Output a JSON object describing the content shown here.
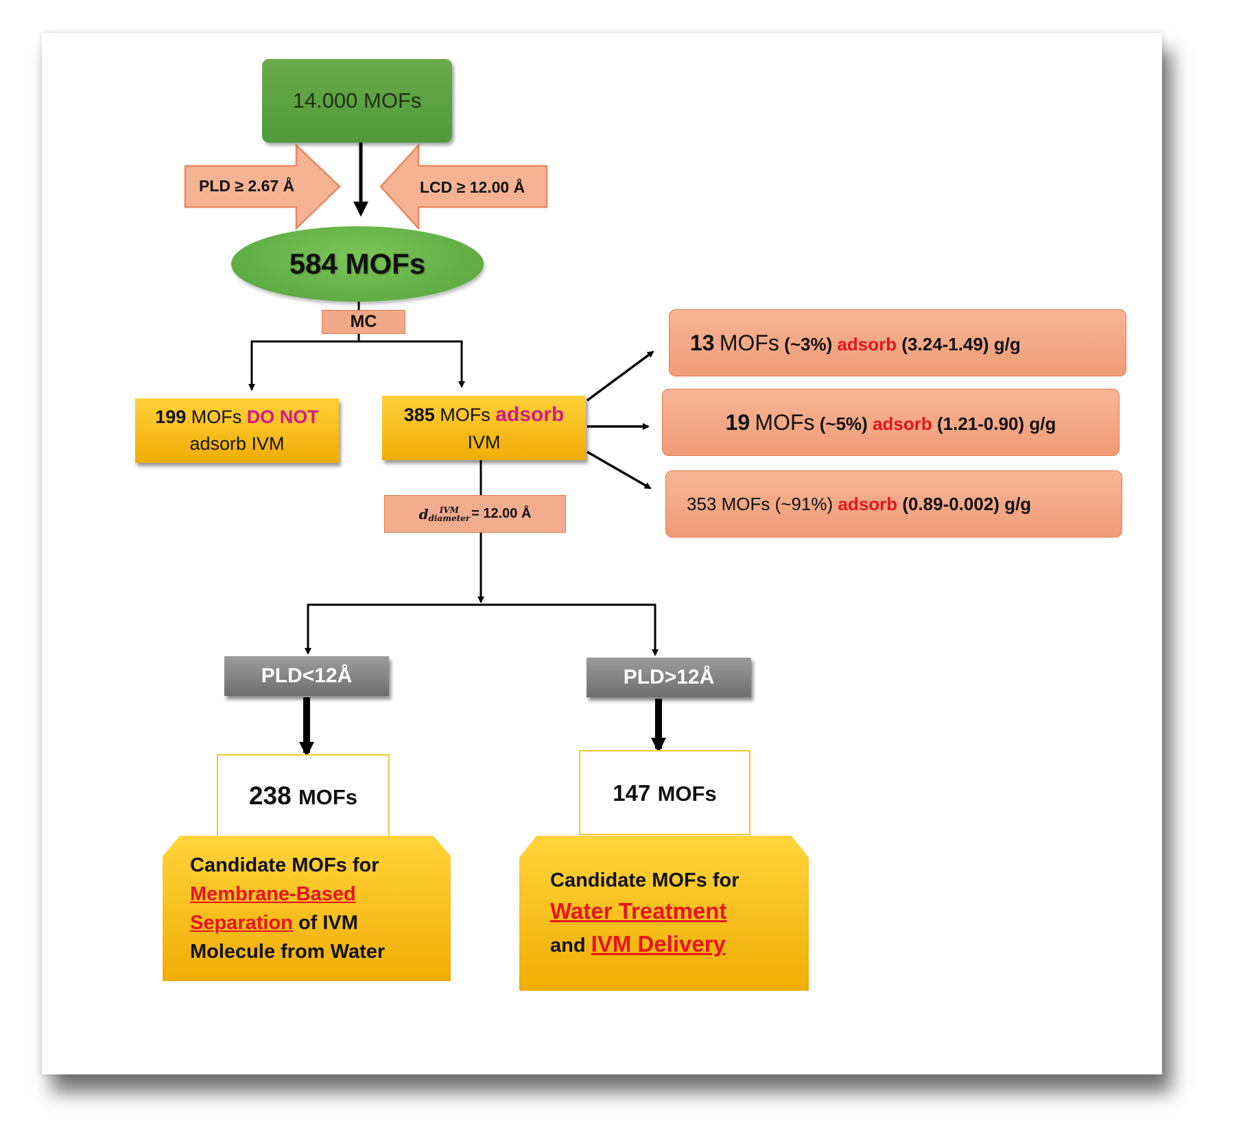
{
  "start": "14.000 MOFs",
  "filter_left": "PLD ≥ 2.67 Å",
  "filter_right": "LCD ≥ 12.00 Å",
  "screened": "584 MOFs",
  "method": "MC",
  "no_adsorb": {
    "count": "199",
    "mofs": "MOFs",
    "highlight": "DO NOT",
    "rest": "adsorb IVM"
  },
  "adsorb": {
    "count": "385",
    "mofs": "MOFs",
    "highlight": "adsorb",
    "rest": "IVM"
  },
  "results": [
    {
      "count": "13",
      "mofs": "MOFs",
      "pct": "(~3%)",
      "verb": "adsorb",
      "range": "(3.24-1.49) g/g"
    },
    {
      "count": "19",
      "mofs": "MOFs",
      "pct": "(~5%)",
      "verb": "adsorb",
      "range": "(1.21-0.90) g/g"
    },
    {
      "count": "353",
      "mofs": "MOFs",
      "pct": "(~91%)",
      "verb": "adsorb",
      "range": "(0.89-0.002) g/g"
    }
  ],
  "ivm_diameter": {
    "d": "d",
    "sup": "IVM",
    "sub": "diameter",
    "value": "= 12.00 Å"
  },
  "left_branch": {
    "criterion": "PLD<12Å",
    "count": "238",
    "mofs": "MOFs",
    "cand_prefix": "Candidate MOFs for",
    "cand_link": "Membrane-Based Separation",
    "cand_suffix": "of IVM Molecule from Water"
  },
  "right_branch": {
    "criterion": "PLD>12Å",
    "count": "147",
    "mofs": "MOFs",
    "cand_prefix": "Candidate MOFs for",
    "cand_link1": "Water Treatment",
    "cand_and": "and",
    "cand_link2": "IVM Delivery"
  }
}
